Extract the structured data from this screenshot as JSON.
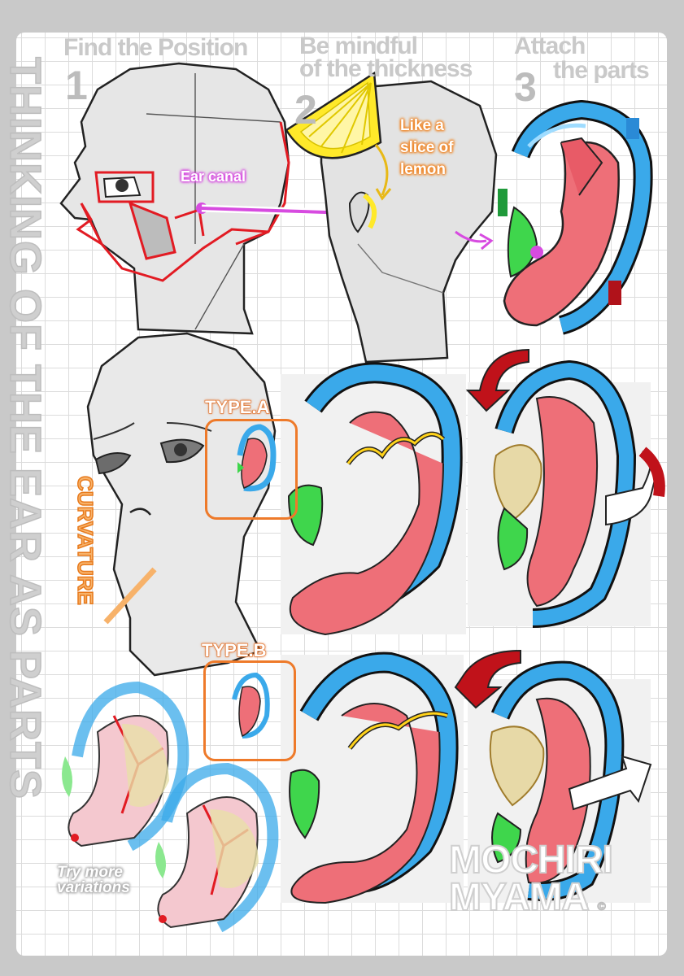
{
  "title": "THINKING OF THE EAR AS PARTS",
  "steps": [
    {
      "number": "1",
      "line1": "Find the Position",
      "line2": ""
    },
    {
      "number": "2",
      "line1": "Be mindful",
      "line2": "of the thickness"
    },
    {
      "number": "3",
      "line1": "Attach",
      "line2": "the parts"
    }
  ],
  "labels": {
    "ear_canal": "Ear canal",
    "lemon_1": "Like a",
    "lemon_2": "slice of",
    "lemon_3": "lemon",
    "curvature": "CURVATURE",
    "type_a": "TYPE.A",
    "type_b": "TYPE.B",
    "try_1": "Try more",
    "try_2": "variations"
  },
  "watermark": {
    "line1": "MOCHIRI",
    "line2": "MYAMA",
    "mark": "©"
  },
  "colors": {
    "background": "#c9c9c9",
    "helix_blue": "#3aa9ea",
    "lobe_pink": "#ee6f78",
    "tragus_green": "#3fd64c",
    "skull_red": "#e21b23",
    "canal_magenta": "#d74be0",
    "label_orange": "#ee7a2a",
    "lemon_yellow": "#ffe92a",
    "arrow_red": "#c0121a"
  },
  "icons": [
    "lemon-slice-icon",
    "arrow-right-icon",
    "curved-arrow-icon"
  ]
}
